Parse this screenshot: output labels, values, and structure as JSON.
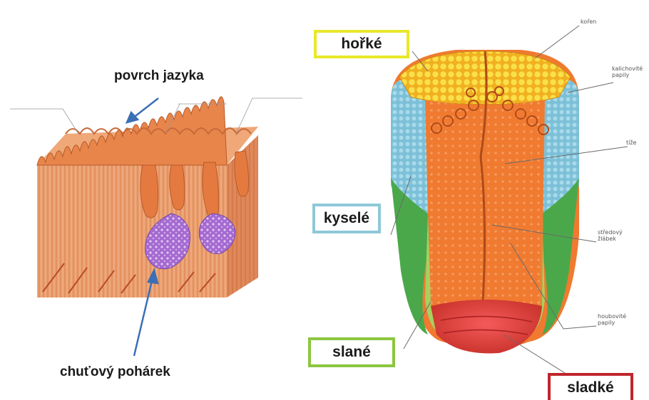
{
  "left_labels": {
    "surface": "povrch jazyka",
    "taste_bud": "chuťový pohárek",
    "tiny1": "",
    "tiny2": "",
    "tiny3": ""
  },
  "taste_boxes": [
    {
      "name": "bitter",
      "text": "hořké",
      "color": "#e8e82a"
    },
    {
      "name": "sour",
      "text": "kyselé",
      "color": "#8ec8d8"
    },
    {
      "name": "salty",
      "text": "slané",
      "color": "#8cc63f"
    },
    {
      "name": "sweet",
      "text": "sladké",
      "color": "#c0262d"
    }
  ],
  "right_annotations": [
    {
      "key": "root",
      "text": "kořen"
    },
    {
      "key": "vallate",
      "text": "kalichovité papily"
    },
    {
      "key": "groove",
      "text": "tíže"
    },
    {
      "key": "median",
      "text": "středový žlábek"
    },
    {
      "key": "fungiform",
      "text": "houbovité papily"
    }
  ],
  "colors": {
    "arrow": "#3a6fb5",
    "tissue": "#e8956a",
    "tissue_dark": "#c8683a",
    "bud": "#b07ad8",
    "bitter": "#f5d020",
    "sour": "#8ccde0",
    "sweet": "#e84040",
    "salty_green": "#4aa84a"
  }
}
